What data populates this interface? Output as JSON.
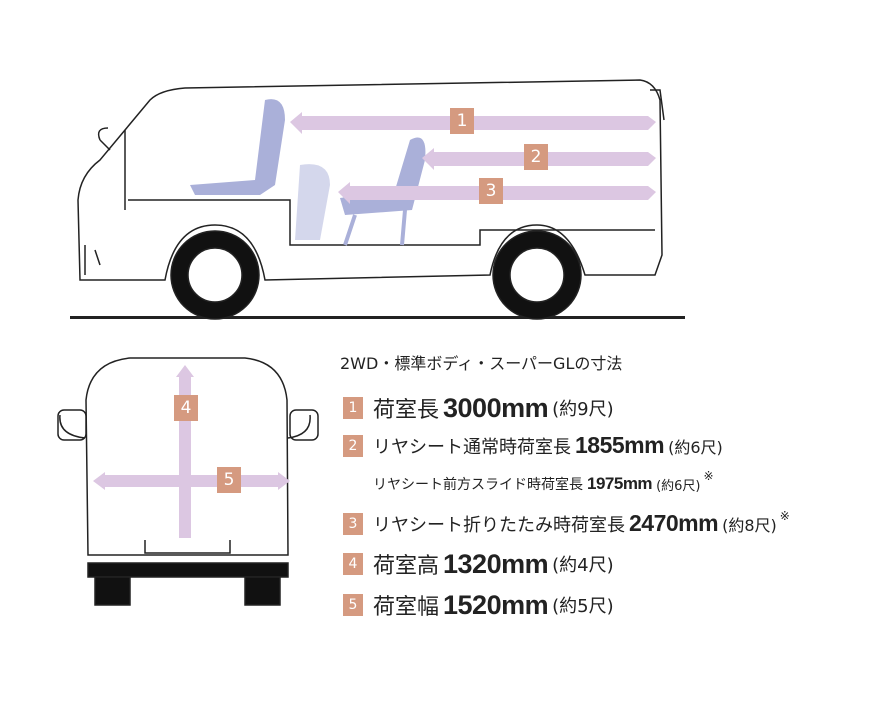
{
  "title": "2WD・標準ボディ・スーパーGLの寸法",
  "items": [
    {
      "num": "1",
      "label": "荷室長",
      "value": "3000mm",
      "approx": "(約9尺)",
      "note": ""
    },
    {
      "num": "2",
      "label": "リヤシート通常時荷室長",
      "value": "1855mm",
      "approx": "(約6尺)",
      "note": ""
    },
    {
      "num": "",
      "label": "リヤシート前方スライド時荷室長",
      "value": "1975mm",
      "approx": "(約6尺)",
      "note": "※"
    },
    {
      "num": "3",
      "label": "リヤシート折りたたみ時荷室長",
      "value": "2470mm",
      "approx": "(約8尺)",
      "note": "※"
    },
    {
      "num": "4",
      "label": "荷室高",
      "value": "1320mm",
      "approx": "(約4尺)",
      "note": ""
    },
    {
      "num": "5",
      "label": "荷室幅",
      "value": "1520mm",
      "approx": "(約5尺)",
      "note": ""
    }
  ],
  "colors": {
    "badge": "#d59a80",
    "arrow": "#dcc7e2",
    "seat": "#aab0d9"
  }
}
